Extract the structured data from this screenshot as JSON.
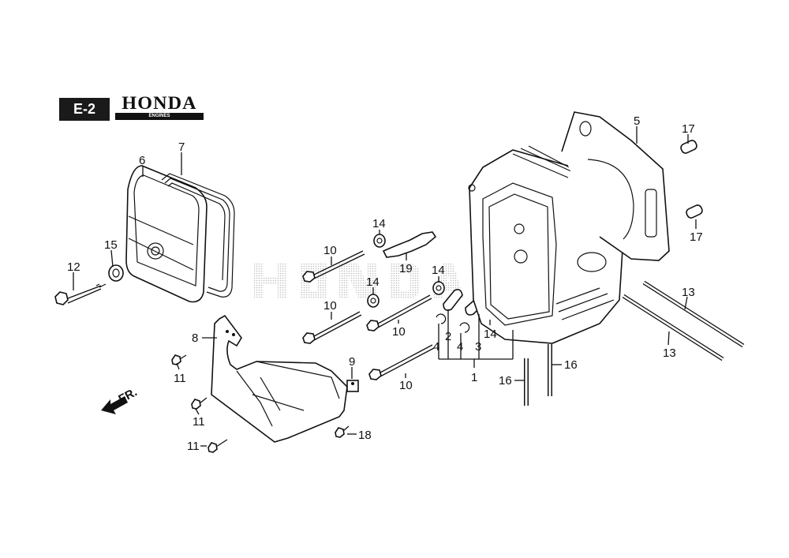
{
  "header": {
    "section_code": "E-2",
    "brand": "HONDA",
    "brand_sub": "ENGINES"
  },
  "watermark": "HONDA",
  "direction_indicator": "FR.",
  "callouts": {
    "c1": "1",
    "c2": "2",
    "c3": "3",
    "c4a": "4",
    "c4b": "4",
    "c5": "5",
    "c6": "6",
    "c7": "7",
    "c8": "8",
    "c9": "9",
    "c10a": "10",
    "c10b": "10",
    "c10c": "10",
    "c10d": "10",
    "c11a": "11",
    "c11b": "11",
    "c11c": "11",
    "c12": "12",
    "c13a": "13",
    "c13b": "13",
    "c14a": "14",
    "c14b": "14",
    "c14c": "14",
    "c14d": "14",
    "c15": "15",
    "c16a": "16",
    "c16b": "16",
    "c17a": "17",
    "c17b": "17",
    "c18": "18",
    "c19": "19"
  }
}
